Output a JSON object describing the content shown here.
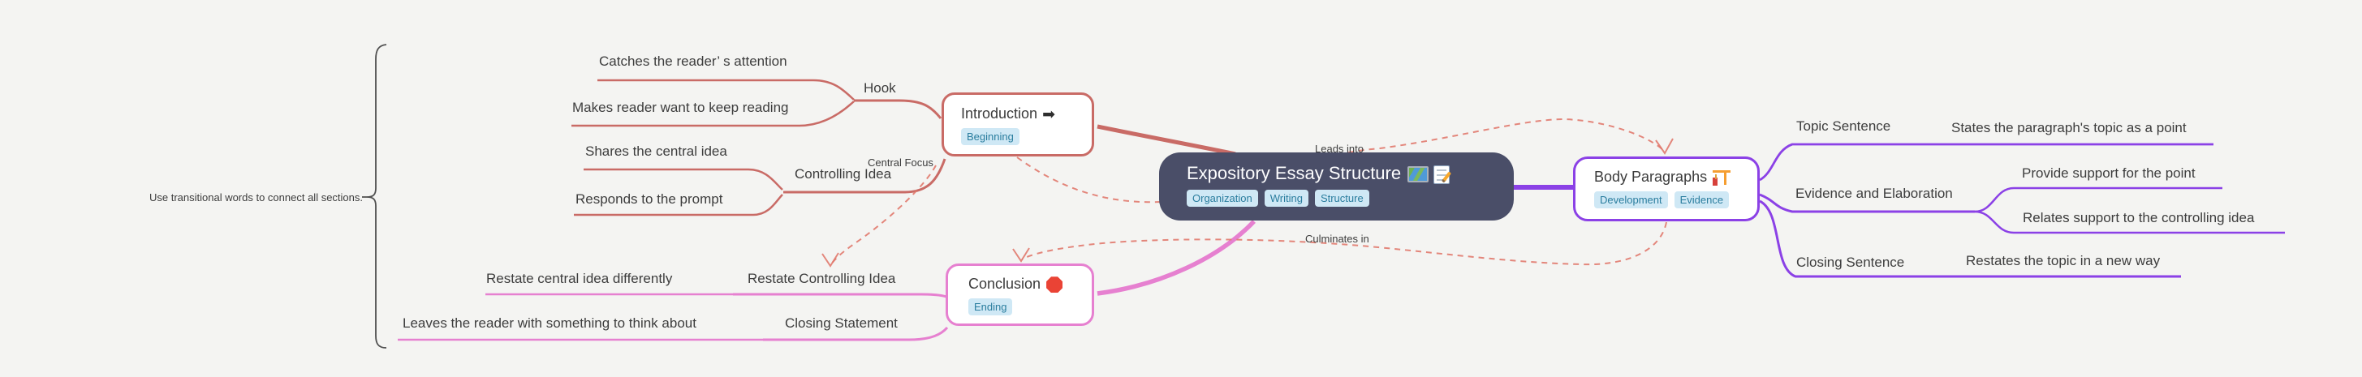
{
  "colors": {
    "background": "#f4f4f2",
    "center_node_bg": "#4a4e68",
    "center_node_text": "#fdfdfe",
    "branch_intro": "#c96b66",
    "branch_conclusion": "#e680d0",
    "branch_body": "#8b41e6",
    "relationship": "#e0766a",
    "tag_bg": "#cfe8f5",
    "tag_text": "#2a7d9e",
    "text": "#3d3d3d",
    "bracket": "#4f4f4f"
  },
  "glyphs": {
    "arrow_right": "➡"
  },
  "center": {
    "title": "Expository Essay Structure",
    "icons": [
      "world-map-icon",
      "memo-icon"
    ],
    "tags": [
      "Organization",
      "Writing",
      "Structure"
    ]
  },
  "branches": {
    "introduction": {
      "title": "Introduction",
      "icon": "arrow-right-icon",
      "tag": "Beginning",
      "topics": {
        "hook": {
          "label": "Hook",
          "details": [
            "Catches the reader’ s attention",
            "Makes reader want to keep reading"
          ]
        },
        "controlling_idea": {
          "label": "Controlling Idea",
          "details": [
            "Shares the central idea",
            "Responds to the prompt"
          ]
        }
      }
    },
    "body_paragraphs": {
      "title": "Body Paragraphs",
      "icon": "construction-crane-icon",
      "tags": [
        "Development",
        "Evidence"
      ],
      "topics": {
        "topic_sentence": {
          "label": "Topic Sentence",
          "details": [
            "States the paragraph's topic as a point"
          ]
        },
        "evidence_and_elaboration": {
          "label": "Evidence and Elaboration",
          "details": [
            "Provide support for the point",
            "Relates support to the controlling idea"
          ]
        },
        "closing_sentence": {
          "label": "Closing Sentence",
          "details": [
            "Restates the topic in a new way"
          ]
        }
      }
    },
    "conclusion": {
      "title": "Conclusion",
      "icon": "stop-sign-icon",
      "tag": "Ending",
      "topics": {
        "restate_controlling_idea": {
          "label": "Restate Controlling Idea",
          "details": [
            "Restate central idea differently"
          ]
        },
        "closing_statement": {
          "label": "Closing Statement",
          "details": [
            "Leaves the reader with something to think about"
          ]
        }
      }
    }
  },
  "relationships": [
    {
      "label": "Leads into",
      "from": "Introduction",
      "to": "Body Paragraphs"
    },
    {
      "label": "Culminates in",
      "from": "Body Paragraphs",
      "to": "Conclusion"
    },
    {
      "label": "Central Focus",
      "from": "Controlling Idea",
      "to": "Restate Controlling Idea"
    }
  ],
  "note": {
    "text": "Use transitional words to connect all sections."
  }
}
